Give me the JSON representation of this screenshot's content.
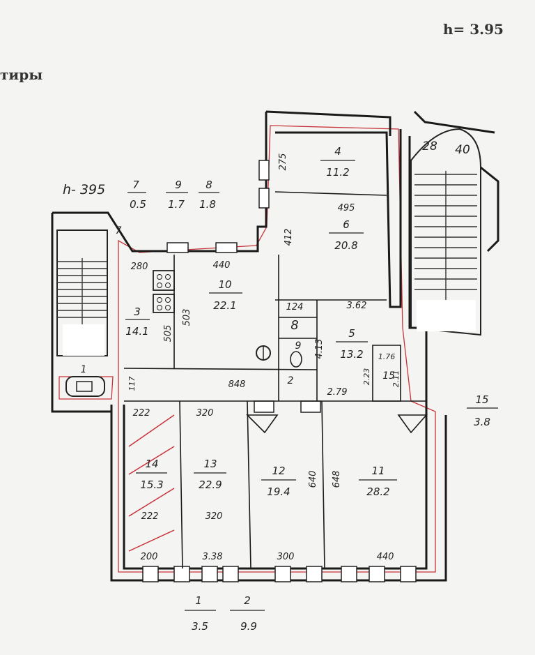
{
  "header": {
    "height_note": "h= 3.95",
    "title_fragment": "тиры"
  },
  "plan": {
    "height_mark": "h- 395",
    "rooms": [
      {
        "no": "1",
        "area": "3.5"
      },
      {
        "no": "2",
        "area": "9.9"
      },
      {
        "no": "3",
        "area": "14.1"
      },
      {
        "no": "4",
        "area": "11.2"
      },
      {
        "no": "5",
        "area": "13.2"
      },
      {
        "no": "6",
        "area": "20.8"
      },
      {
        "no": "7",
        "area": "0.5"
      },
      {
        "no": "8",
        "area": "1.8"
      },
      {
        "no": "9",
        "area": "1.7"
      },
      {
        "no": "10",
        "area": "22.1"
      },
      {
        "no": "11",
        "area": "28.2"
      },
      {
        "no": "12",
        "area": "19.4"
      },
      {
        "no": "13",
        "area": "22.9"
      },
      {
        "no": "14",
        "area": "15.3"
      },
      {
        "no": "15",
        "area": "3.8"
      }
    ],
    "inside_labels": {
      "bath_15": "15",
      "wc_8": "8",
      "wc_9": "9",
      "vest_1": "1",
      "lobby_7": "7",
      "corridor_2": "2",
      "stair_28": "28",
      "stair_40": "40"
    },
    "dimensions": {
      "d275": "275",
      "d495": "495",
      "d412": "412",
      "d280": "280",
      "d440_top": "440",
      "d503": "503",
      "d505": "505",
      "d124": "124",
      "d362": "3.62",
      "d413": "4.13",
      "d176": "1.76",
      "d223": "2.23",
      "d211": "2.11",
      "d848": "848",
      "d279": "2.79",
      "d117": "117",
      "d222_top": "222",
      "d320_top": "320",
      "d640": "640",
      "d648": "648",
      "d222_mid": "222",
      "d320_mid": "320",
      "d200": "200",
      "d338": "3.38",
      "d300": "300",
      "d440_bottom": "440"
    }
  }
}
